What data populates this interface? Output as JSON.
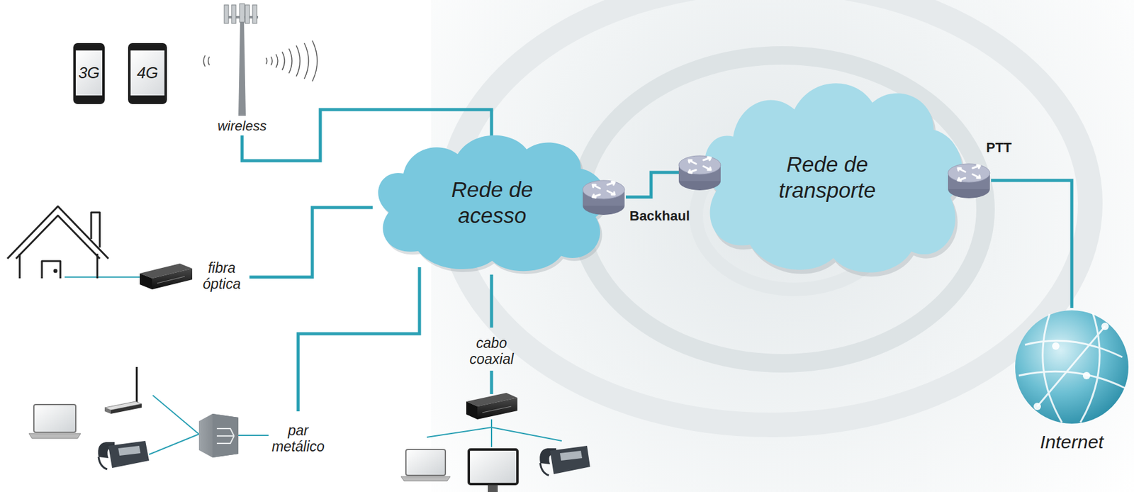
{
  "diagram": {
    "nodes": [
      {
        "text": [
          "3G"
        ]
      },
      {
        "text": [
          "4G"
        ]
      },
      {
        "text": [
          "wireless"
        ]
      },
      {
        "text": [
          "Rede de acesso"
        ]
      },
      {
        "text": [
          "Backhaul"
        ]
      },
      {
        "text": [
          "Rede de transporte"
        ]
      },
      {
        "text": [
          "PTT"
        ]
      },
      {
        "text": [
          "Internet"
        ]
      }
    ],
    "edges": [
      {
        "from": 2,
        "to": 3,
        "arrow": "none"
      },
      {
        "from": 4,
        "to": 5,
        "arrow": "none"
      },
      {
        "from": 6,
        "to": 7,
        "arrow": "none"
      }
    ],
    "labels": [
      "fibra óptica",
      "par metálico",
      "cabo coaxial"
    ]
  }
}
